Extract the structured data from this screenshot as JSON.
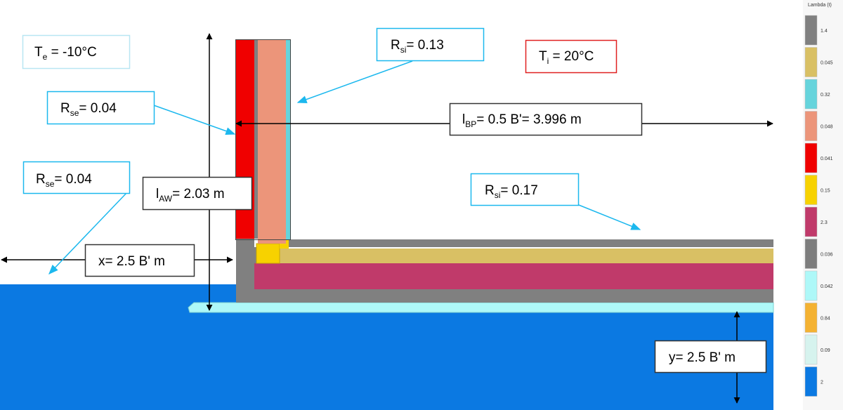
{
  "labels": {
    "te": {
      "main": "T",
      "sub": "e",
      "rest": " = -10°C"
    },
    "ti": {
      "main": "T",
      "sub": "i",
      "rest": " = 20°C"
    },
    "rsi_wall": {
      "main": "R",
      "sub": "si",
      "rest": "= 0.13"
    },
    "rse_wall": {
      "main": "R",
      "sub": "se",
      "rest": "= 0.04"
    },
    "rse_ground": {
      "main": "R",
      "sub": "se",
      "rest": "= 0.04"
    },
    "lbp": {
      "main": "l",
      "sub": "BP",
      "rest": "= 0.5 B'= 3.996 m"
    },
    "law": {
      "main": "l",
      "sub": "AW",
      "rest": "= 2.03 m"
    },
    "rsi_floor": {
      "main": "R",
      "sub": "si",
      "rest": "= 0.17"
    },
    "x_dim": "x= 2.5 B' m",
    "y_dim": "y= 2.5 B' m"
  },
  "legend": {
    "title": "Lambda (t)",
    "items": [
      {
        "value": "1.4",
        "color": "#808080"
      },
      {
        "value": "0.045",
        "color": "#d9c064"
      },
      {
        "value": "0.32",
        "color": "#66d4dc"
      },
      {
        "value": "0.048",
        "color": "#ec957a"
      },
      {
        "value": "0.041",
        "color": "#f00000"
      },
      {
        "value": "0.15",
        "color": "#f7d200"
      },
      {
        "value": "2.3",
        "color": "#c03a6a"
      },
      {
        "value": "0.036",
        "color": "#7d7d7d"
      },
      {
        "value": "0.042",
        "color": "#aef8f8"
      },
      {
        "value": "0.84",
        "color": "#f4b232"
      },
      {
        "value": "0.09",
        "color": "#d6f3ee"
      },
      {
        "value": "2",
        "color": "#0b79e2"
      }
    ]
  },
  "colors": {
    "ground": "#0b79e2",
    "concrete": "#808080",
    "insulation_red": "#f00000",
    "insulation_salmon": "#ec957a",
    "screed": "#d9c064",
    "slab": "#c03a6a",
    "perimeter": "#f7d200",
    "under_slab": "#aef8f8",
    "inner_finish": "#66d4dc",
    "callout_border": "#00a8e8",
    "ti_border": "#e02020",
    "arrow": "#000000"
  }
}
